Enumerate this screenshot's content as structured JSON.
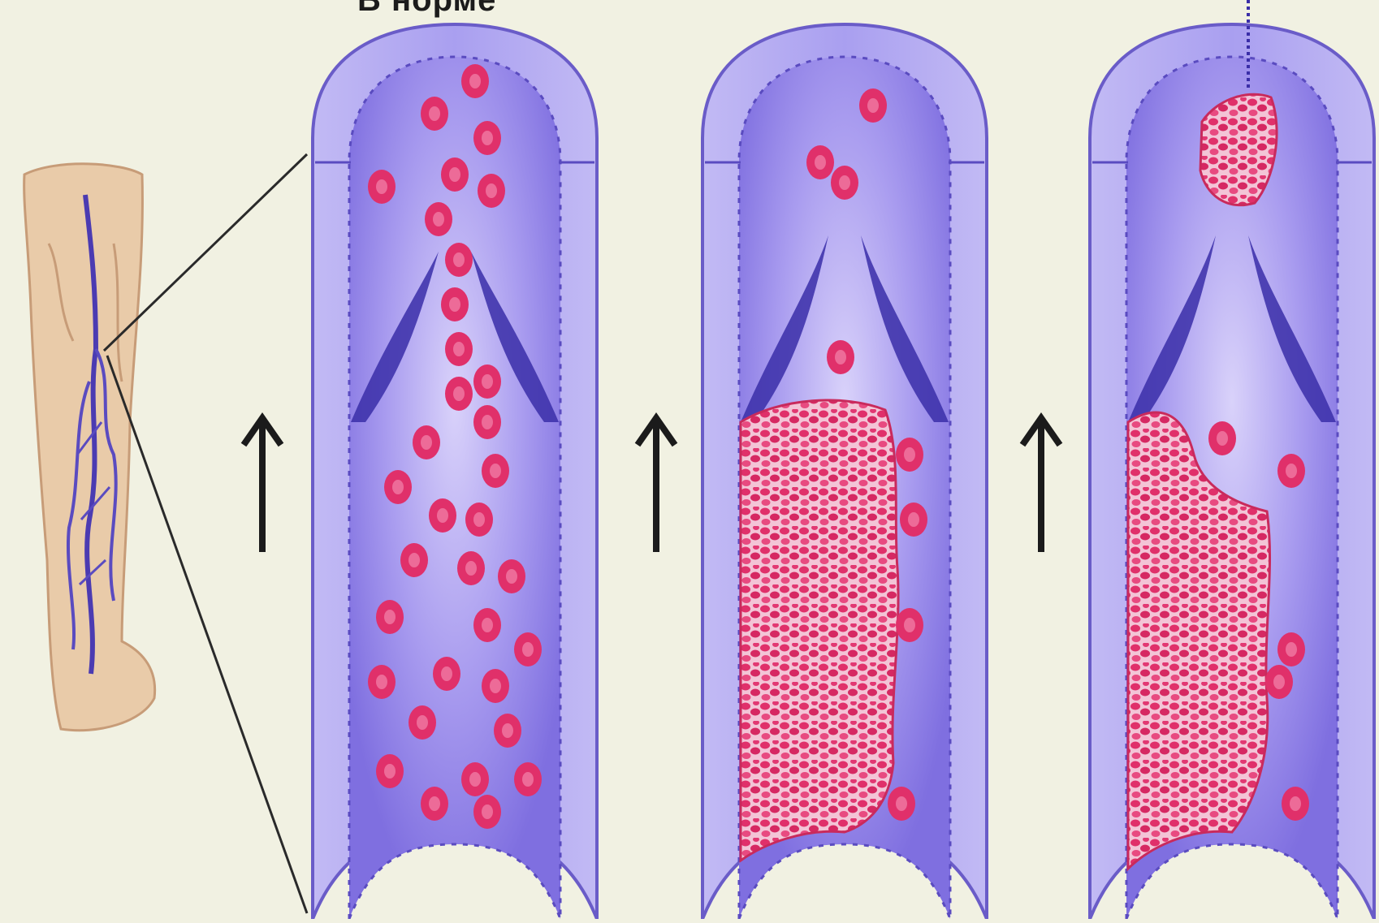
{
  "figure": {
    "top_label": "В норме",
    "colors": {
      "background": "#f1f1e2",
      "vein_wall": "#b3a9ef",
      "vein_outline": "#6a5cc8",
      "lumen": "#9e90ec",
      "valve": "#2f2398",
      "blood_cell": "#e0306a",
      "skin": "#e8c9a8",
      "arrow": "#1b1b1b"
    },
    "panels": [
      {
        "name": "normal",
        "icon": "vein-normal-flow"
      },
      {
        "name": "thrombus-forming",
        "icon": "vein-thrombus-forming"
      },
      {
        "name": "thrombus-breaking",
        "icon": "vein-thrombus-embolus"
      }
    ],
    "flow_arrows": 3,
    "leg_icon": "leg-varicose-vein"
  }
}
